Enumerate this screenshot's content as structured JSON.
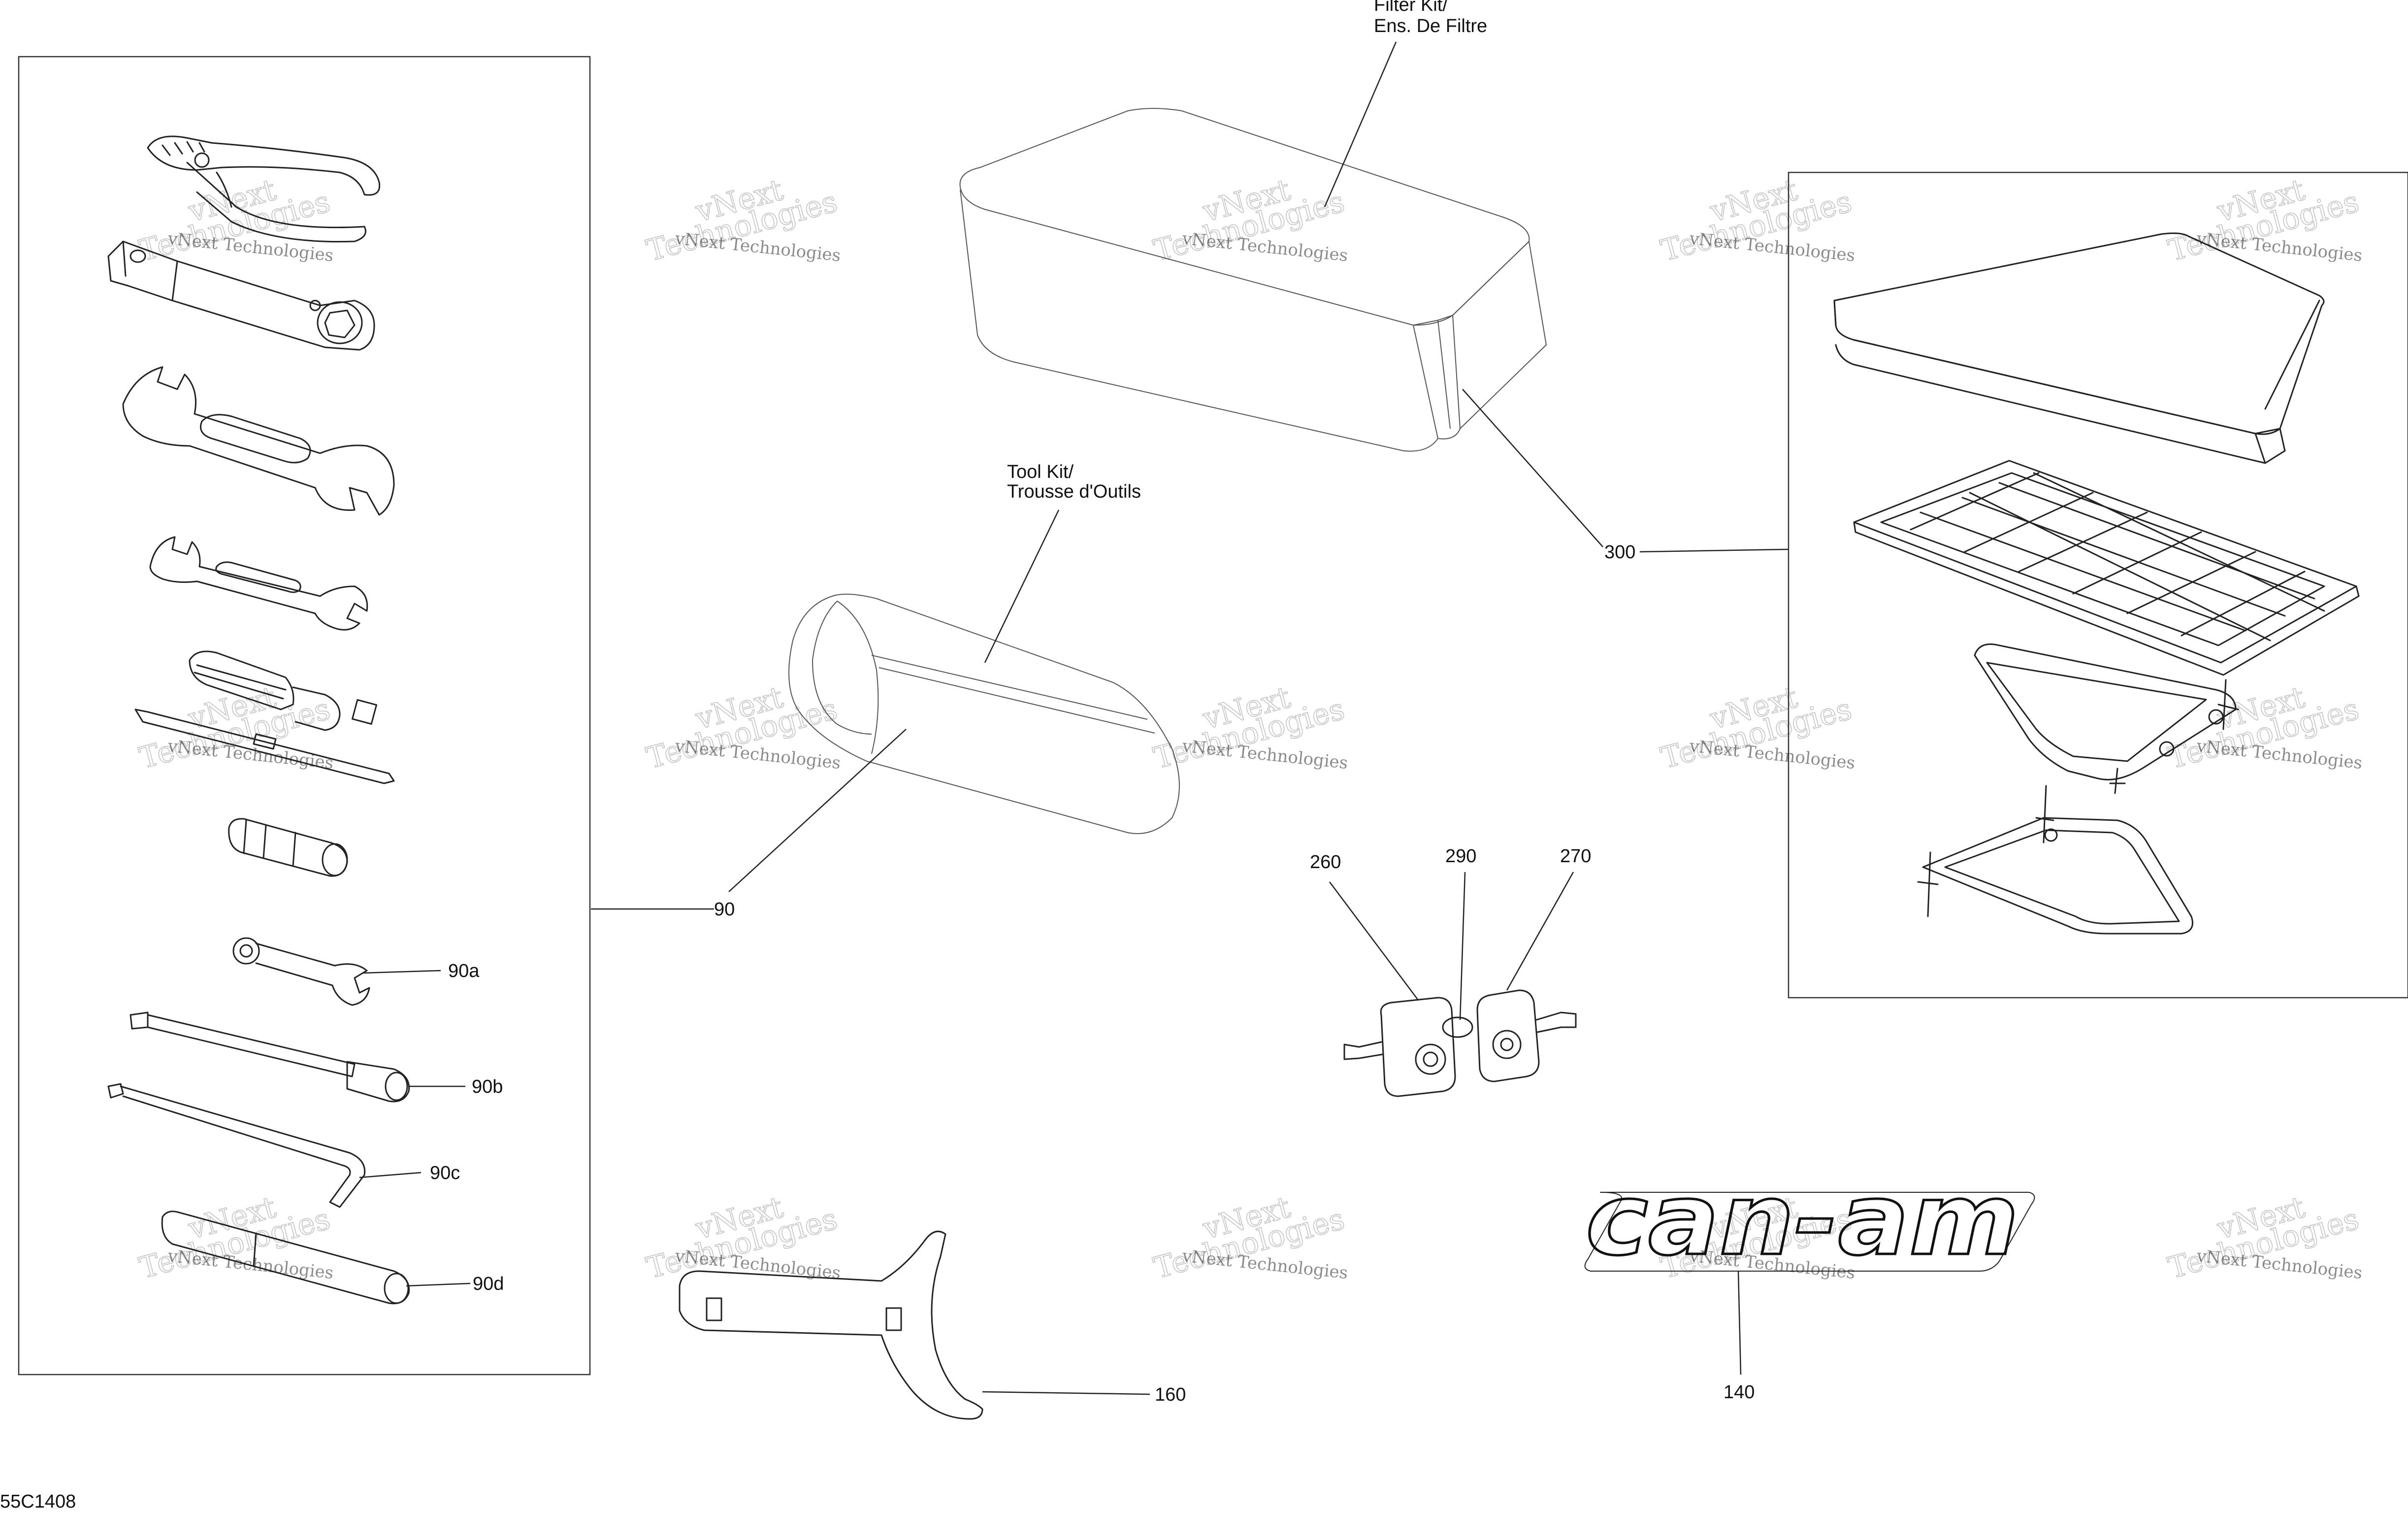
{
  "diagram": {
    "figure_code": "55C1408",
    "kit_labels": {
      "filter_kit": [
        "Filter Kit/",
        "Ens. De Filtre"
      ],
      "tool_kit": [
        "Tool Kit/",
        "Trousse d'Outils"
      ]
    },
    "callouts": {
      "c90": "90",
      "c90a": "90a",
      "c90b": "90b",
      "c90c": "90c",
      "c90d": "90d",
      "c160": "160",
      "c260": "260",
      "c290": "290",
      "c270": "270",
      "c300": "300",
      "c140": "140"
    },
    "logo_text": "can-am",
    "watermark": {
      "line1": "vNext Technologies",
      "big1": "vNext",
      "big2": "Technologies"
    }
  }
}
